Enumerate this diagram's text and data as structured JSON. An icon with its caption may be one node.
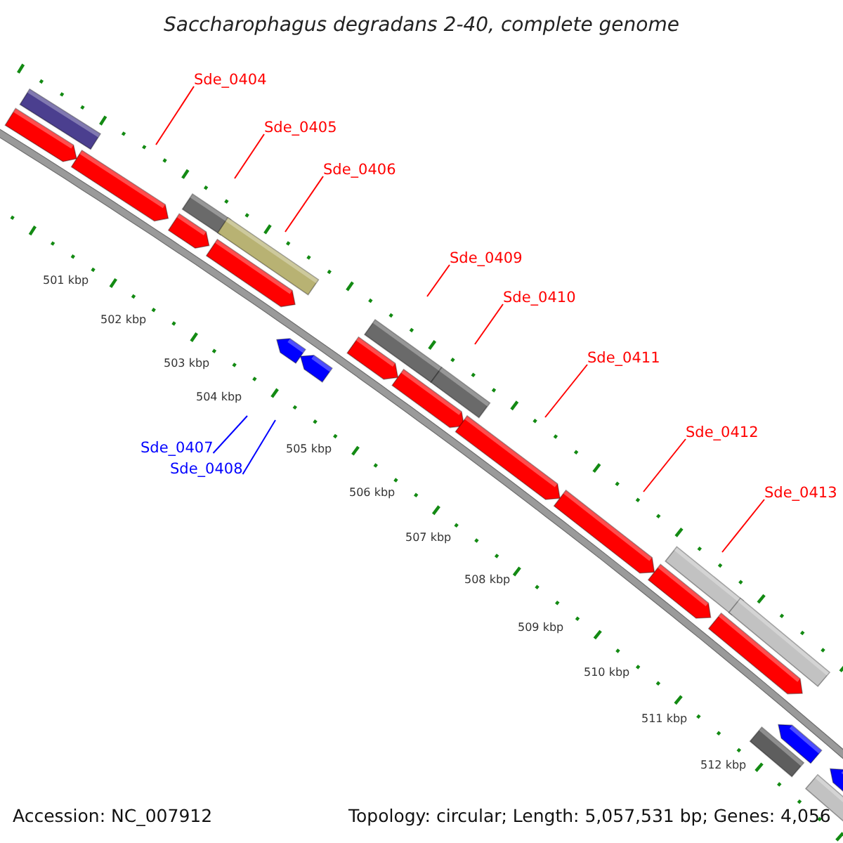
{
  "diagram": {
    "title": "Saccharophagus degradans 2-40, complete genome",
    "nodes": [
      {
        "text": [
          "Sde_0404"
        ]
      },
      {
        "text": [
          "Sde_0405"
        ]
      },
      {
        "text": [
          "Sde_0406"
        ]
      },
      {
        "text": [
          "Sde_0409"
        ]
      },
      {
        "text": [
          "Sde_0410"
        ]
      },
      {
        "text": [
          "Sde_0411"
        ]
      },
      {
        "text": [
          "Sde_0412"
        ]
      },
      {
        "text": [
          "Sde_0413"
        ]
      },
      {
        "text": [
          "Sde_0407"
        ]
      },
      {
        "text": [
          "Sde_0408"
        ]
      }
    ],
    "edges": [
      {
        "from": 0,
        "to": null,
        "arrow": "none"
      },
      {
        "from": 1,
        "to": null,
        "arrow": "none"
      },
      {
        "from": 2,
        "to": null,
        "arrow": "none"
      },
      {
        "from": 3,
        "to": null,
        "arrow": "none"
      },
      {
        "from": 4,
        "to": null,
        "arrow": "none"
      },
      {
        "from": 5,
        "to": null,
        "arrow": "none"
      },
      {
        "from": 6,
        "to": null,
        "arrow": "none"
      },
      {
        "from": 7,
        "to": null,
        "arrow": "none"
      },
      {
        "from": 8,
        "to": null,
        "arrow": "none",
        "color": "#0000ff"
      },
      {
        "from": 9,
        "to": null,
        "arrow": "none",
        "color": "#0000ff"
      }
    ],
    "labels": [
      "501 kbp",
      "502 kbp",
      "503 kbp",
      "504 kbp",
      "505 kbp",
      "506 kbp",
      "507 kbp",
      "508 kbp",
      "509 kbp",
      "510 kbp",
      "511 kbp",
      "512 kbp",
      "Accession: NC_007912",
      "Topology: circular; Length: 5,057,531 bp; Genes: 4,056"
    ]
  }
}
